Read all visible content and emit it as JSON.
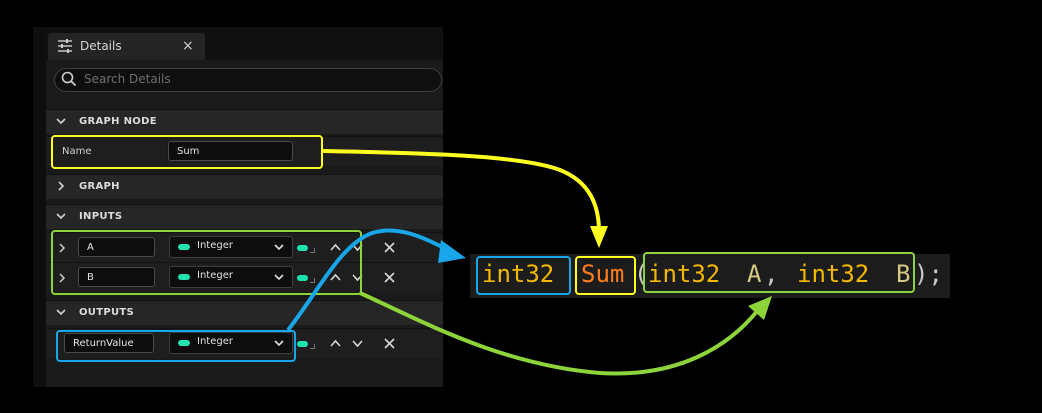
{
  "details_panel": {
    "tab_label": "Details",
    "tab_close": "×",
    "search_placeholder": "Search Details",
    "sections": {
      "graph_node": "GRAPH NODE",
      "graph": "GRAPH",
      "inputs": "INPUTS",
      "outputs": "OUTPUTS"
    },
    "name_row": {
      "label": "Name",
      "value": "Sum"
    },
    "inputs": [
      {
        "name": "A",
        "type": "Integer"
      },
      {
        "name": "B",
        "type": "Integer"
      }
    ],
    "outputs": [
      {
        "name": "ReturnValue",
        "type": "Integer"
      }
    ],
    "remove_glyph": "✕"
  },
  "code": {
    "return_type": "int32",
    "function_name": "Sum",
    "open_paren": "(",
    "param_a_type": "int32",
    "param_a_name": "A",
    "comma": ",",
    "param_b_type": "int32",
    "param_b_name": "B",
    "close": ");"
  },
  "colors": {
    "yellow_highlight": "#ffff1f",
    "blue_highlight": "#19a6e8",
    "green_highlight": "#8cd43a",
    "pin_color": "#1fe3ae",
    "code_type": "#f5b800",
    "code_function": "#ff7d1f",
    "code_param": "#d6c883",
    "code_punct": "#c9c9c9"
  },
  "icons": [
    "sliders-icon",
    "search-icon",
    "chevron-down-icon",
    "chevron-right-icon",
    "close-icon",
    "arrow-up-icon",
    "arrow-down-icon",
    "remove-icon",
    "dropdown-arrow-icon"
  ]
}
